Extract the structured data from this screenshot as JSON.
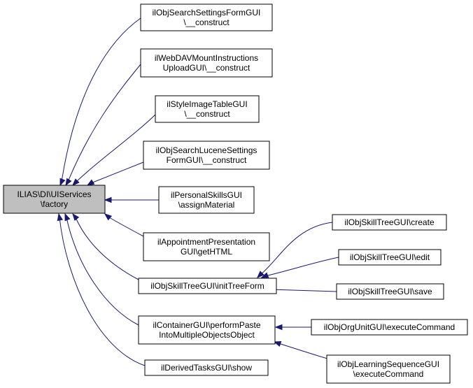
{
  "diagram": {
    "type": "call-graph",
    "edge_color": "#191970",
    "root_fill": "#bfbfbf",
    "nodes": [
      {
        "id": "root",
        "lines": [
          "ILIAS\\DI\\UIServices",
          "\\factory"
        ],
        "highlighted": true
      },
      {
        "id": "n1",
        "lines": [
          "ilObjSearchSettingsFormGUI",
          "\\__construct"
        ]
      },
      {
        "id": "n2",
        "lines": [
          "ilWebDAVMountInstructions",
          "UploadGUI\\__construct"
        ]
      },
      {
        "id": "n3",
        "lines": [
          "ilStyleImageTableGUI",
          "\\__construct"
        ]
      },
      {
        "id": "n4",
        "lines": [
          "ilObjSearchLuceneSettings",
          "FormGUI\\__construct"
        ]
      },
      {
        "id": "n5",
        "lines": [
          "ilPersonalSkillsGUI",
          "\\assignMaterial"
        ]
      },
      {
        "id": "n6",
        "lines": [
          "ilAppointmentPresentation",
          "GUI\\getHTML"
        ]
      },
      {
        "id": "n7",
        "lines": [
          "ilObjSkillTreeGUI\\initTreeForm"
        ]
      },
      {
        "id": "n8",
        "lines": [
          "ilContainerGUI\\performPaste",
          "IntoMultipleObjectsObject"
        ]
      },
      {
        "id": "n9",
        "lines": [
          "ilDerivedTasksGUI\\show"
        ]
      },
      {
        "id": "n10",
        "lines": [
          "ilObjSkillTreeGUI\\create"
        ]
      },
      {
        "id": "n11",
        "lines": [
          "ilObjSkillTreeGUI\\edit"
        ]
      },
      {
        "id": "n12",
        "lines": [
          "ilObjSkillTreeGUI\\save"
        ]
      },
      {
        "id": "n13",
        "lines": [
          "ilObjOrgUnitGUI\\executeCommand"
        ]
      },
      {
        "id": "n14",
        "lines": [
          "ilObjLearningSequenceGUI",
          "\\executeCommand"
        ]
      }
    ],
    "edges": [
      {
        "from": "n1",
        "to": "root"
      },
      {
        "from": "n2",
        "to": "root"
      },
      {
        "from": "n3",
        "to": "root"
      },
      {
        "from": "n4",
        "to": "root"
      },
      {
        "from": "n5",
        "to": "root"
      },
      {
        "from": "n6",
        "to": "root"
      },
      {
        "from": "n7",
        "to": "root"
      },
      {
        "from": "n8",
        "to": "root"
      },
      {
        "from": "n9",
        "to": "root"
      },
      {
        "from": "n10",
        "to": "n7"
      },
      {
        "from": "n11",
        "to": "n7"
      },
      {
        "from": "n12",
        "to": "n7"
      },
      {
        "from": "n13",
        "to": "n8"
      },
      {
        "from": "n14",
        "to": "n8"
      }
    ]
  }
}
